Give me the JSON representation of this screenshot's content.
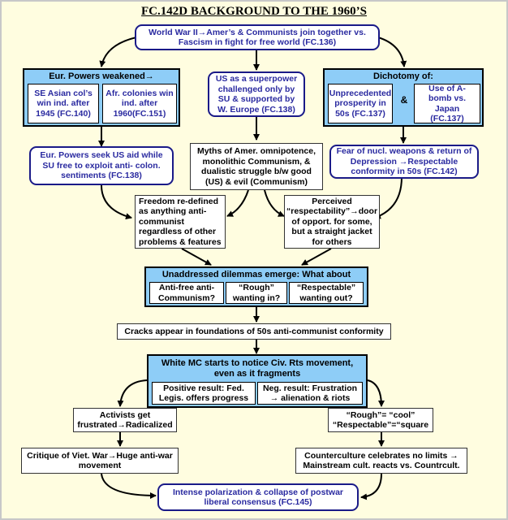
{
  "title": "FC.142D BACKGROUND TO  THE 1960’S",
  "boxes": {
    "ww2": "World War II→Amer’s & Communists join together vs. Fascism in fight for free world (FC.136)",
    "eur_weakened_title": "Eur. Powers weakened→",
    "se_asian": "SE Asian col’s win ind. after 1945 (FC.140)",
    "afr_colonies": "Afr. colonies win ind. after 1960(FC.151)",
    "superpower": "US as a superpower challenged  only by SU & supported by W. Europe (FC.138)",
    "dichotomy_title": "Dichotomy of:",
    "prosperity": "Unprecedented prosperity in 50s (FC.137)",
    "amp": "&",
    "abomb": "Use of A-bomb vs. Japan (FC.137)",
    "eur_seek": "Eur. Powers seek US aid while SU free to exploit anti- colon. sentiments (FC.138)",
    "myths": "Myths of Amer. omnipotence, monolithic Communism, & dualistic struggle b/w good (US) & evil (Communism)",
    "fear": "Fear of nucl. weapons & return of Depression →Respectable conformity in 50s (FC.142)",
    "freedom": "Freedom re-defined as anything anti-communist regardless of other problems & features",
    "respectability": "Perceived “respectability”→door of opport. for some, but a straight jacket for others",
    "dilemmas_title": "Unaddressed dilemmas emerge: What about",
    "anti_free": "Anti-free anti-Communism?",
    "rough_in": "“Rough” wanting in?",
    "respectable_out": "“Respectable” wanting out?",
    "cracks": "Cracks appear in foundations of 50s anti-communist conformity",
    "white_mc_title": "White MC starts to notice Civ. Rts movement, even as it fragments",
    "positive": "Positive result: Fed. Legis. offers progress",
    "negative": "Neg. result: Frustration → alienation & riots",
    "activists": "Activists get frustrated→Radicalized",
    "rough_cool": "“Rough”= “cool” “Respectable”=“square",
    "critique": "Critique of Viet. War→Huge anti-war movement",
    "counterculture": "Counterculture celebrates no limits → Mainstream cult. reacts vs. Countrcult.",
    "polarization": "Intense polarization & collapse of postwar liberal consensus (FC.145)"
  }
}
